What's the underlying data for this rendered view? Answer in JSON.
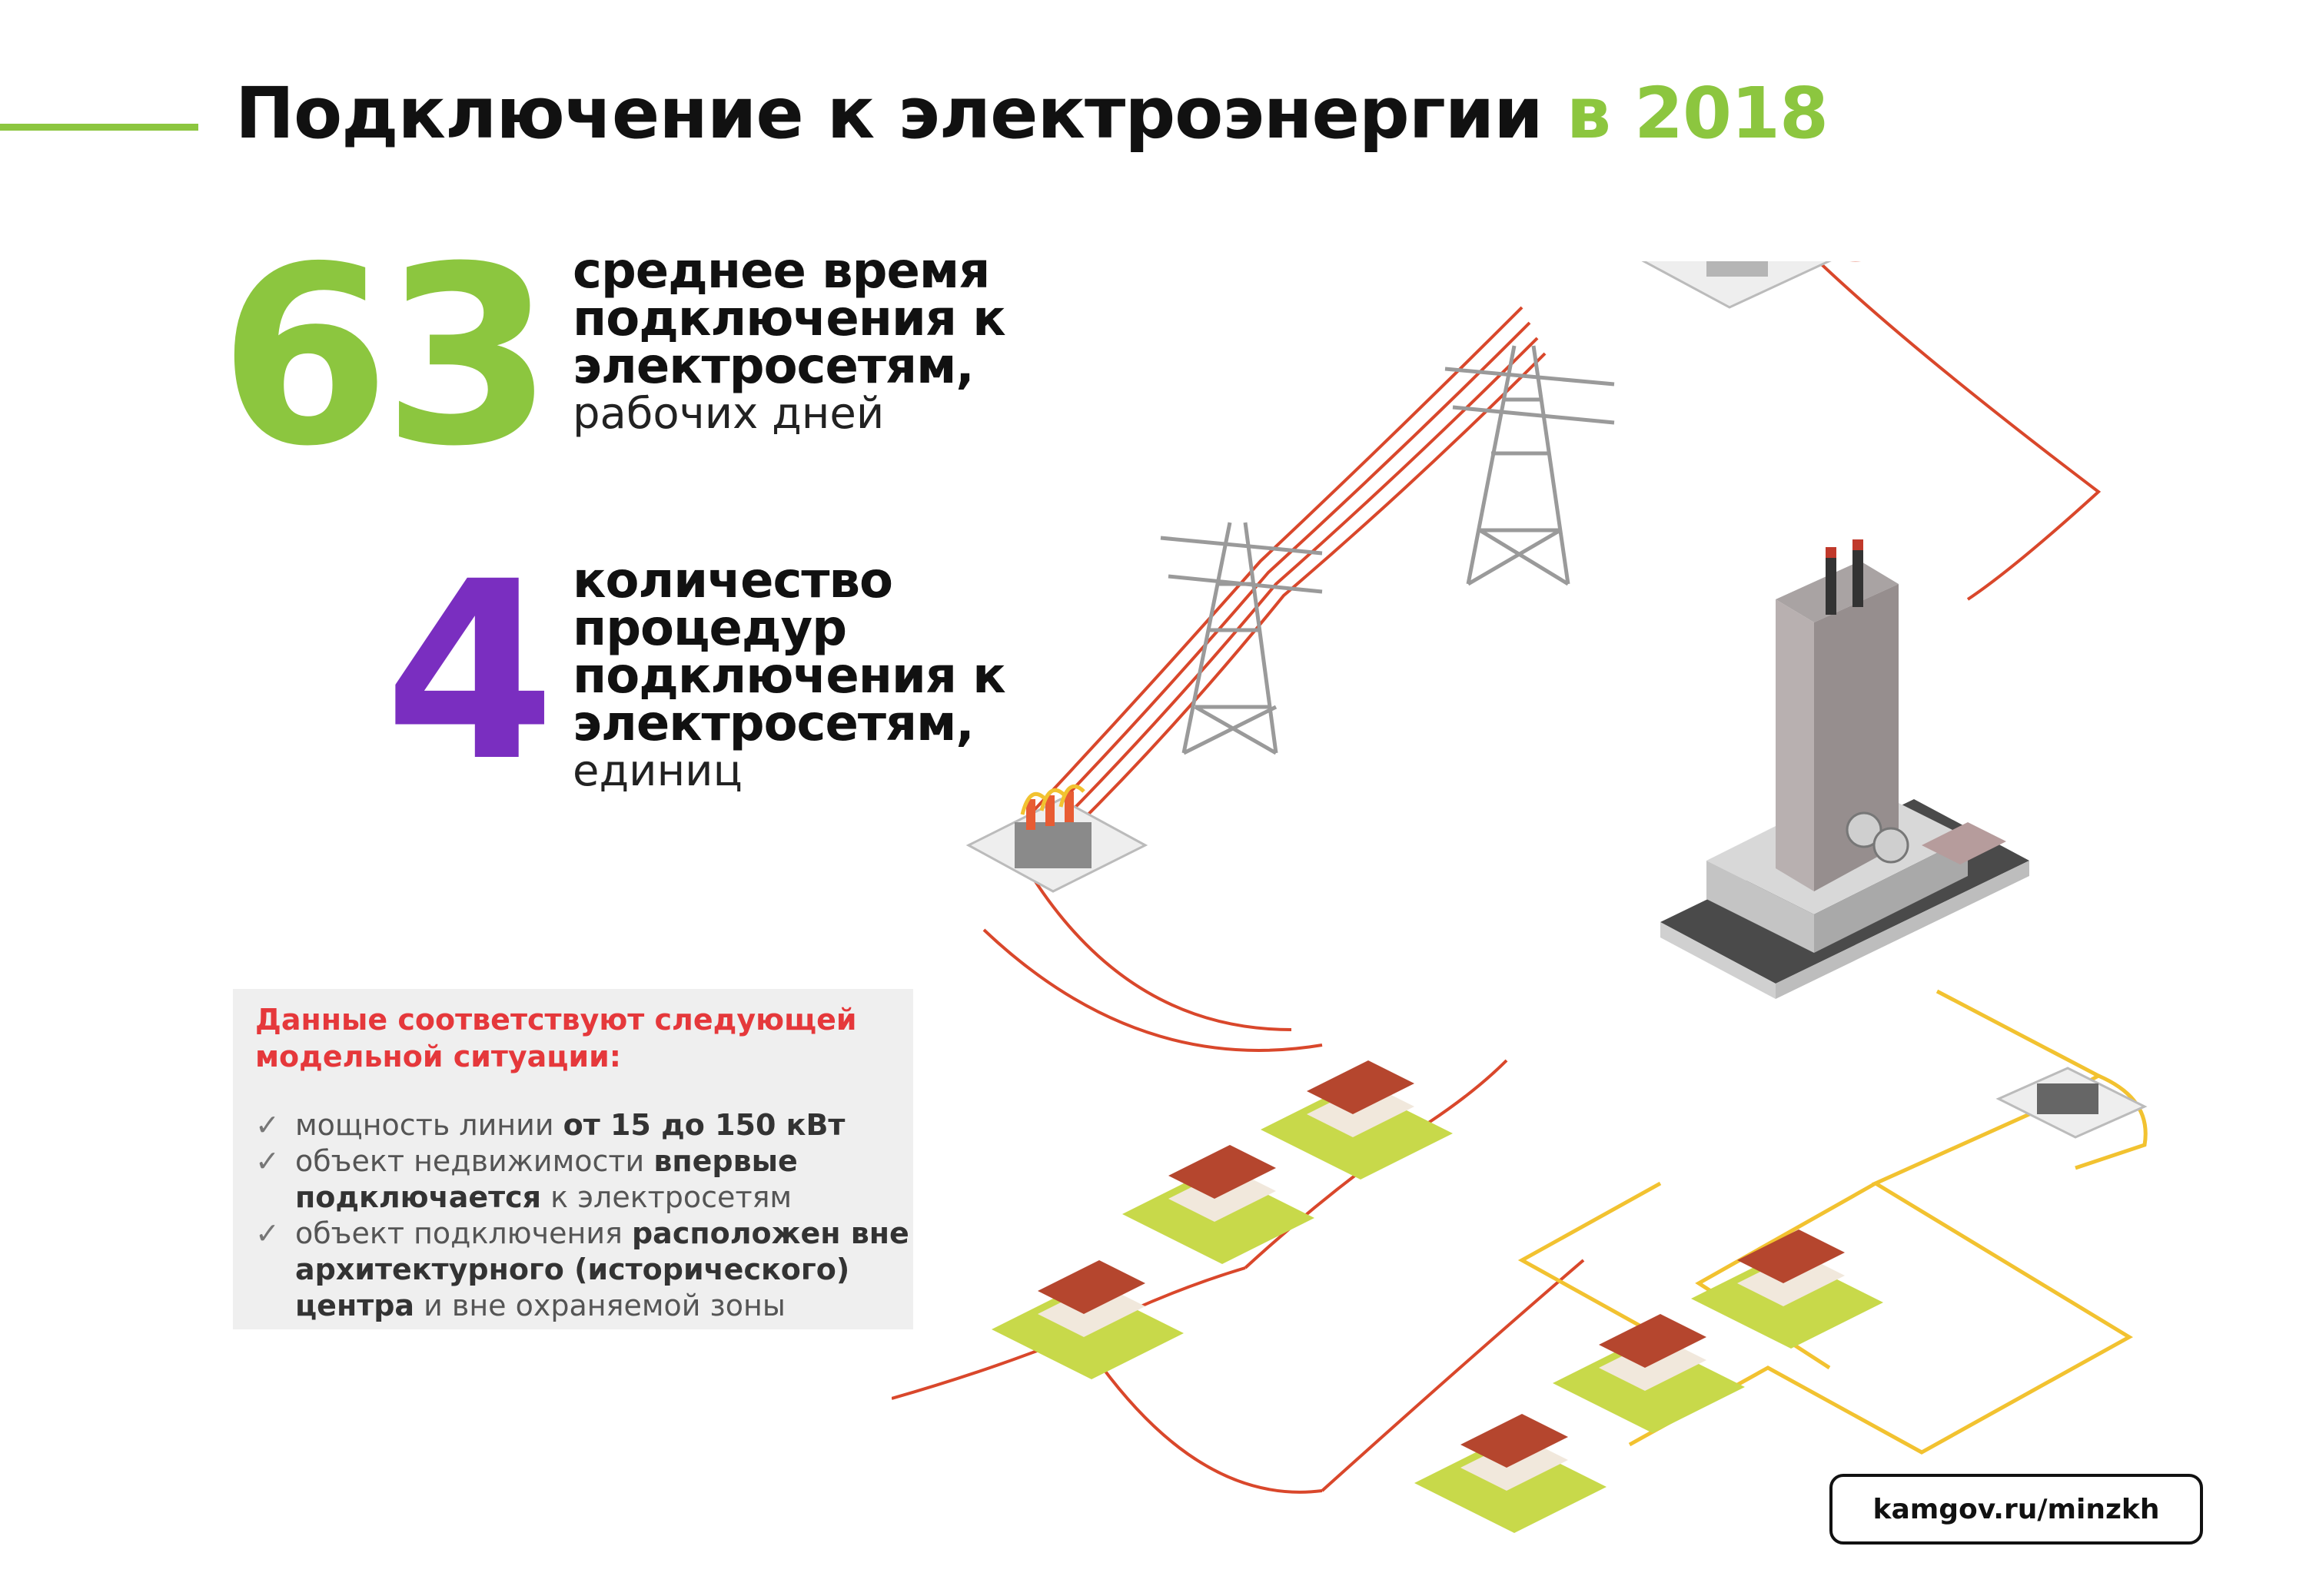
{
  "title": {
    "main": "Подключение к электроэнергии",
    "year": "в 2018"
  },
  "stats": [
    {
      "value": "63",
      "lines": [
        "среднее время",
        "подключения к",
        "электросетям,"
      ],
      "unit": "рабочих дней"
    },
    {
      "value": "4",
      "lines": [
        "количество",
        "процедур",
        "подключения к",
        "электросетям,"
      ],
      "unit": "единиц"
    }
  ],
  "info": {
    "heading": [
      "Данные соответствуют следующей",
      "модельной ситуации:"
    ],
    "items": [
      {
        "pre": "мощность линии ",
        "bold": "от 15 до 150 кВт",
        "post": ""
      },
      {
        "pre": "объект недвижимости ",
        "bold": "впервые подключается",
        "post": " к электросетям"
      },
      {
        "pre": "объект подключения ",
        "bold": "расположен вне архитектурного (исторического) центра",
        "post": " и вне охраняемой зоны"
      }
    ]
  },
  "url": "kamgov.ru/minzkh",
  "colors": {
    "green": "#8cc63f",
    "purple": "#7a2ec0",
    "red": "#e5383b",
    "wire": "#d9472b",
    "cable": "#f2c230"
  }
}
